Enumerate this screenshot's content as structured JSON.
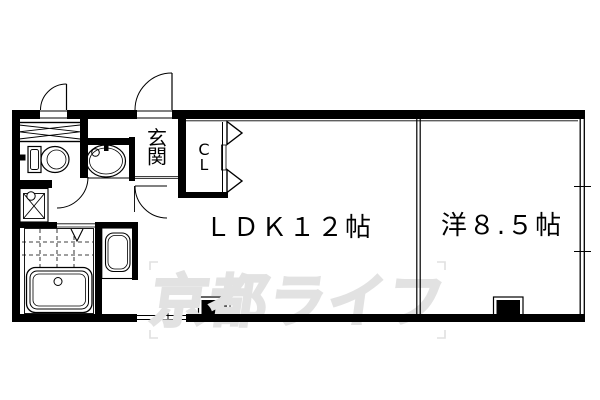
{
  "floorplan": {
    "rooms": {
      "ldk": {
        "label": "ＬＤＫ１２帖"
      },
      "western": {
        "label": "洋８.５帖"
      },
      "entrance": {
        "char1": "玄",
        "char2": "関"
      },
      "closet": {
        "char1": "C",
        "char2": "L"
      }
    },
    "watermark": {
      "text": "京都ライフ",
      "color": "#e2e2e2"
    },
    "colors": {
      "wall": "#000000",
      "background": "#ffffff"
    }
  }
}
